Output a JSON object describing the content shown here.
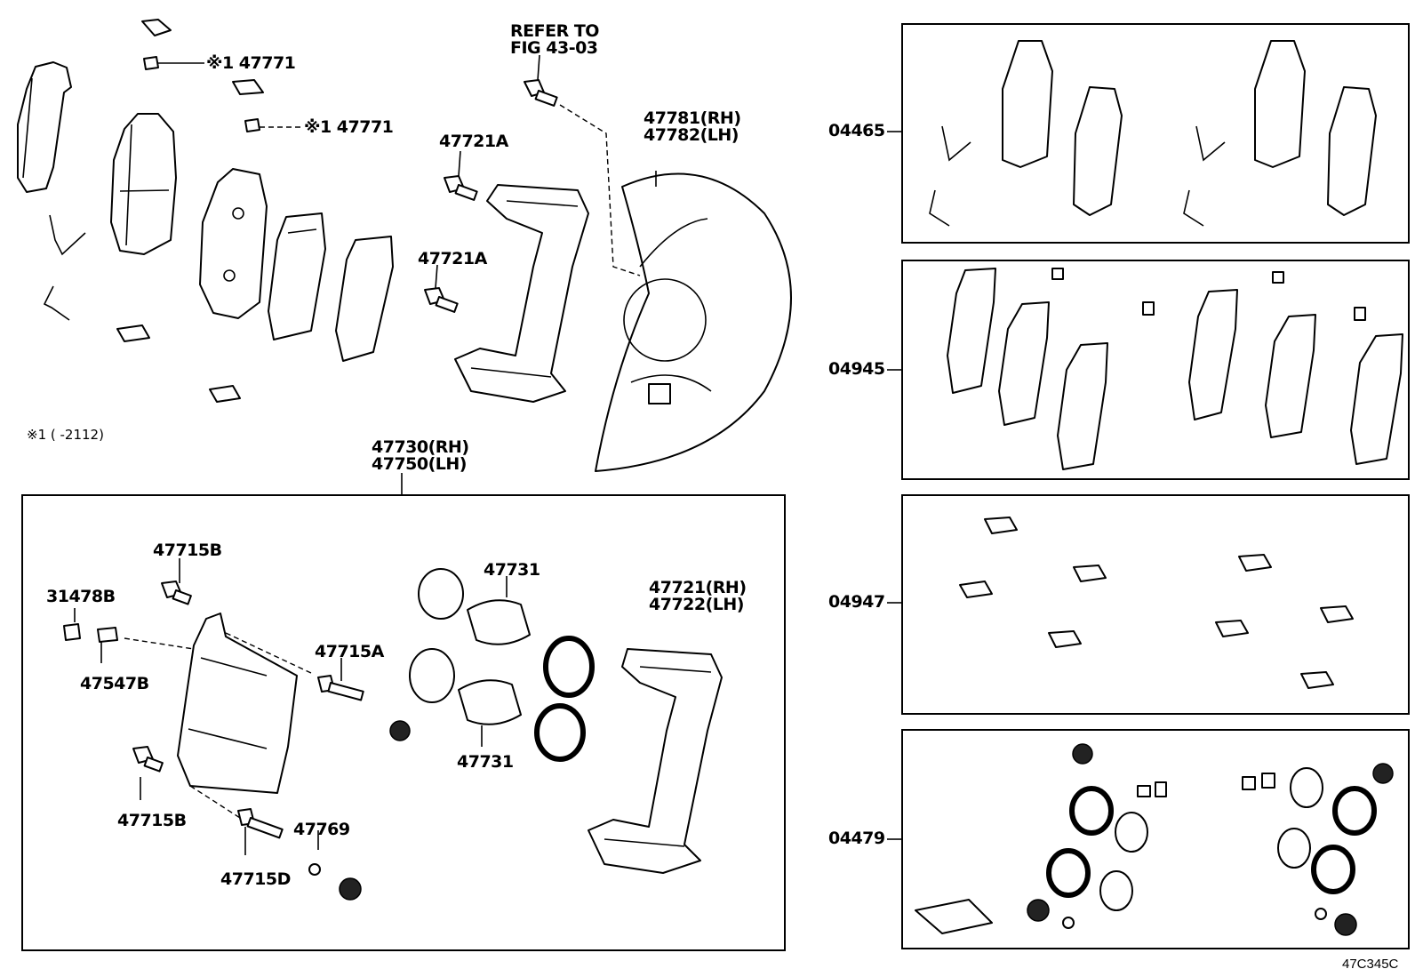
{
  "diagram": {
    "note": "※1 (      -2112)",
    "diagram_code": "47C345C",
    "refer": [
      "REFER TO",
      "FIG 43-03"
    ],
    "labels": {
      "p47771a": "※1 47771",
      "p47771b": "※1 47771",
      "p47721a_top": "47721A",
      "p47721a_mid": "47721A",
      "dust_cover": [
        "47781(RH)",
        "47782(LH)"
      ],
      "caliper_assy": [
        "47730(RH)",
        "47750(LH)"
      ],
      "p47715b_top": "47715B",
      "p31478b": "31478B",
      "p47547b": "47547B",
      "p47715a": "47715A",
      "p47731_top": "47731",
      "p47731_bot": "47731",
      "mounting": [
        "47721(RH)",
        "47722(LH)"
      ],
      "p47715b_bot": "47715B",
      "p47715d": "47715D",
      "p47769": "47769"
    },
    "kits": [
      "04465",
      "04945",
      "04947",
      "04479"
    ]
  }
}
